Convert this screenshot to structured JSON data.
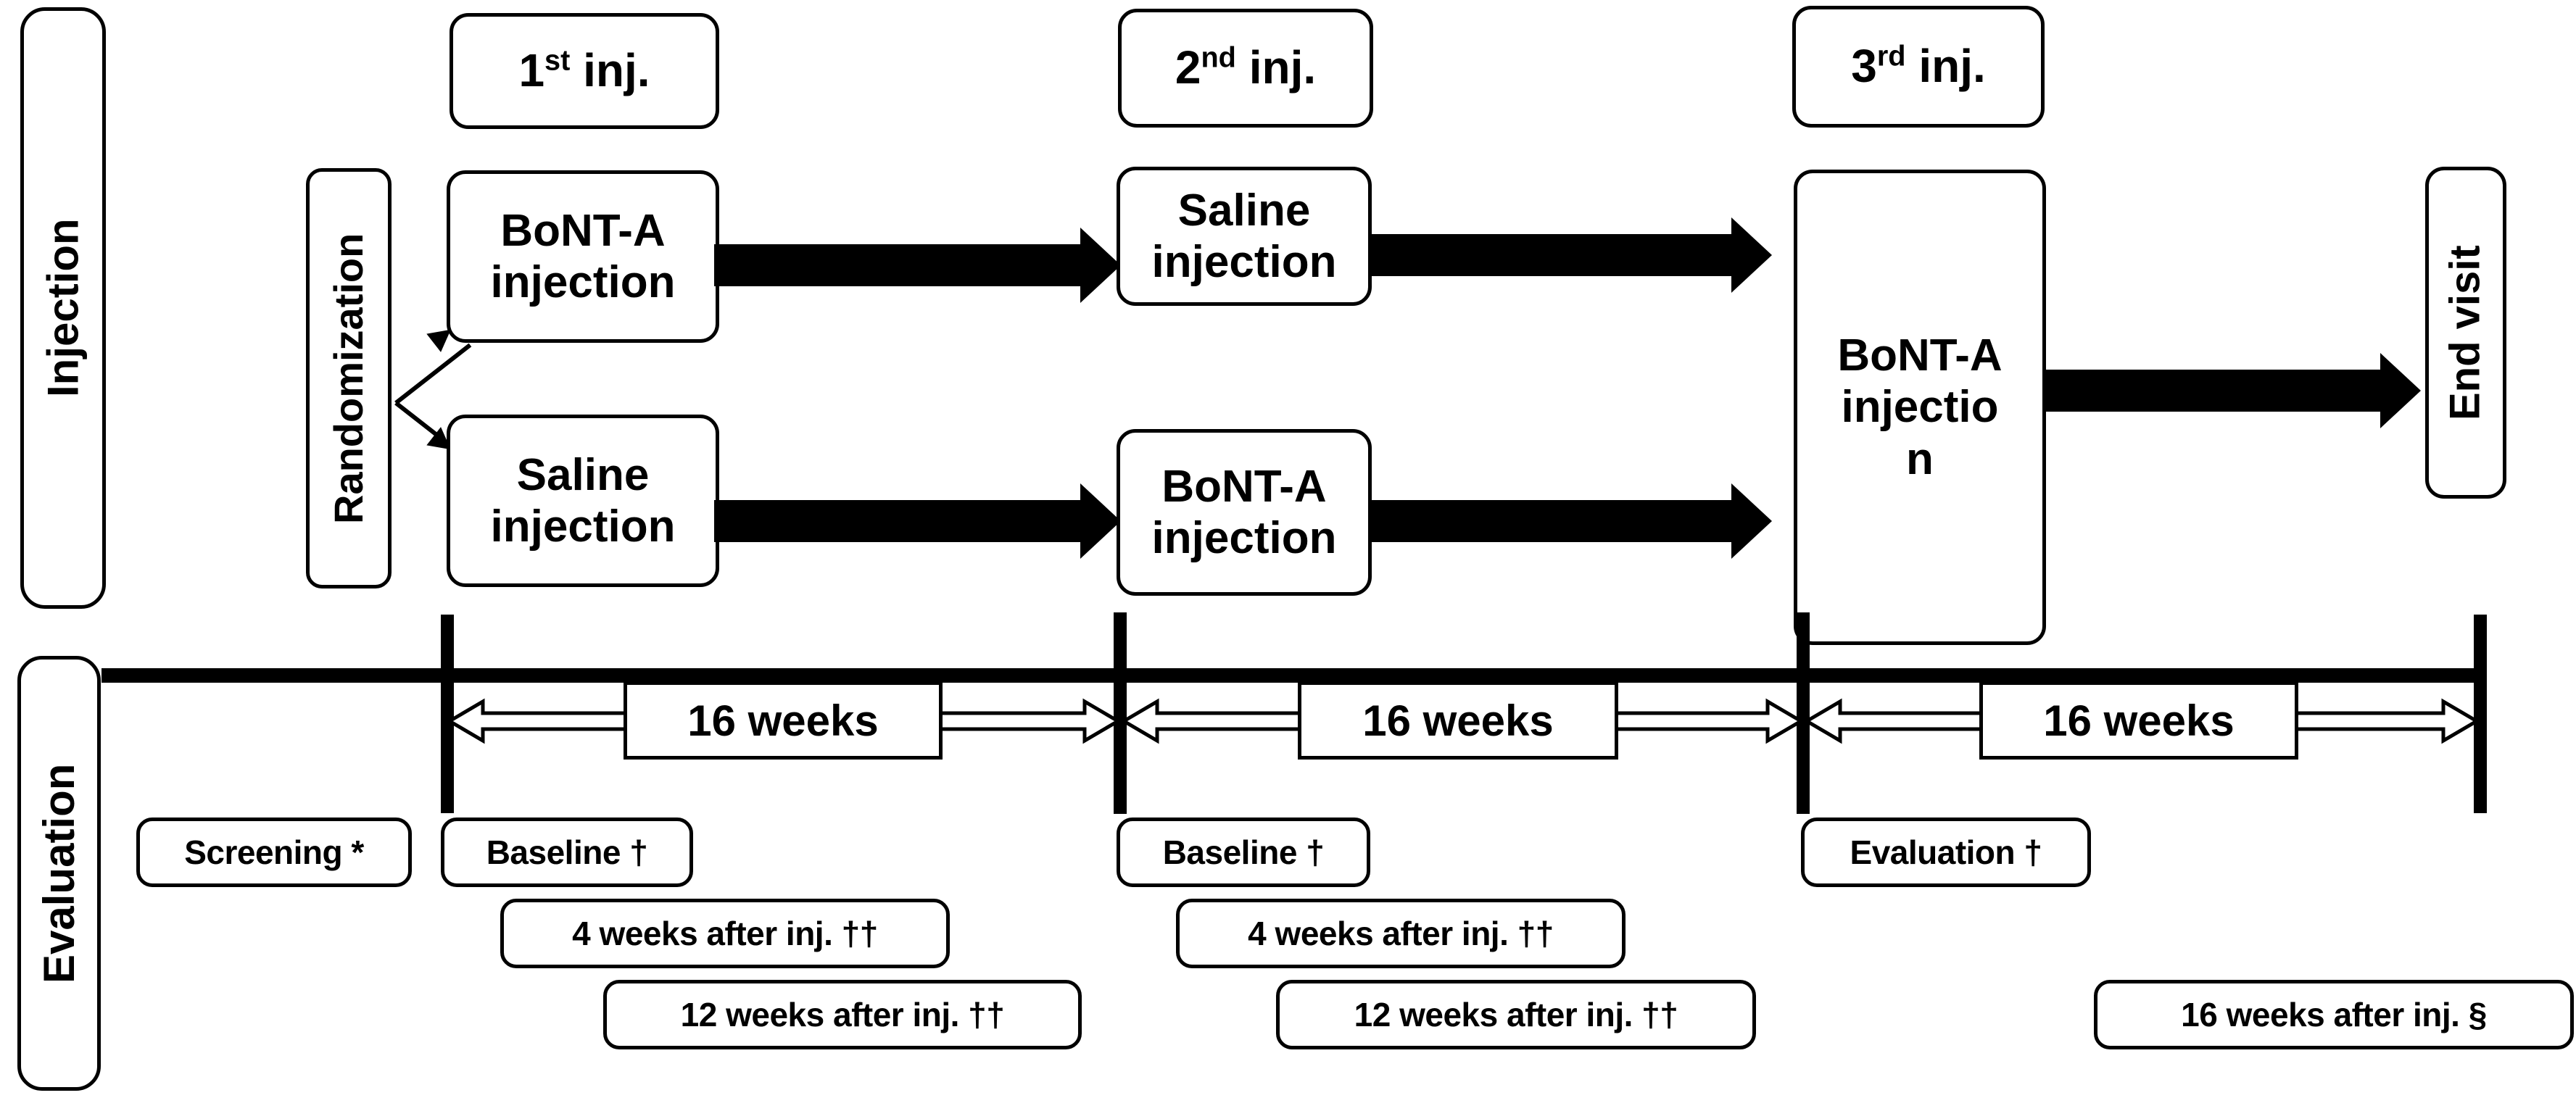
{
  "figure": {
    "type": "clinical-trial-flow-diagram",
    "rows": [
      {
        "id": "injection",
        "label": "Injection"
      },
      {
        "id": "evaluation",
        "label": "Evaluation"
      }
    ]
  },
  "injection_headers": [
    {
      "id": "inj-1",
      "ordinal": "1",
      "suffix": "st",
      "rest": " inj."
    },
    {
      "id": "inj-2",
      "ordinal": "2",
      "suffix": "nd",
      "rest": " inj."
    },
    {
      "id": "inj-3",
      "ordinal": "3",
      "suffix": "rd",
      "rest": " inj."
    }
  ],
  "randomization": {
    "label": "Randomization"
  },
  "arms": [
    {
      "id": "arm-a",
      "steps": [
        {
          "id": "arm-a-step-1",
          "line1": "BoNT-A",
          "line2": "injection"
        },
        {
          "id": "arm-a-step-2",
          "line1": "Saline",
          "line2": "injection"
        }
      ]
    },
    {
      "id": "arm-b",
      "steps": [
        {
          "id": "arm-b-step-1",
          "line1": "Saline",
          "line2": "injection"
        },
        {
          "id": "arm-b-step-2",
          "line1": "BoNT-A",
          "line2": "injection"
        }
      ]
    }
  ],
  "third_injection": {
    "line1": "BoNT-A",
    "line2": "injectio",
    "line3": "n"
  },
  "end_visit": {
    "label": "End visit"
  },
  "intervals": [
    {
      "id": "interval-1",
      "label": "16 weeks"
    },
    {
      "id": "interval-2",
      "label": "16 weeks"
    },
    {
      "id": "interval-3",
      "label": "16 weeks"
    }
  ],
  "evaluations": [
    {
      "id": "eval-screening",
      "label": "Screening *"
    },
    {
      "id": "eval-baseline-1",
      "label": "Baseline †"
    },
    {
      "id": "eval-4w-1",
      "label": "4 weeks after inj. ††"
    },
    {
      "id": "eval-12w-1",
      "label": "12 weeks after inj. ††"
    },
    {
      "id": "eval-baseline-2",
      "label": "Baseline †"
    },
    {
      "id": "eval-4w-2",
      "label": "4 weeks after inj. ††"
    },
    {
      "id": "eval-12w-2",
      "label": "12 weeks after inj. ††"
    },
    {
      "id": "eval-evaluation-3",
      "label": "Evaluation †"
    },
    {
      "id": "eval-16w-3",
      "label": "16 weeks after inj. §"
    }
  ],
  "colors": {
    "stroke": "#000000",
    "fill": "#ffffff"
  }
}
